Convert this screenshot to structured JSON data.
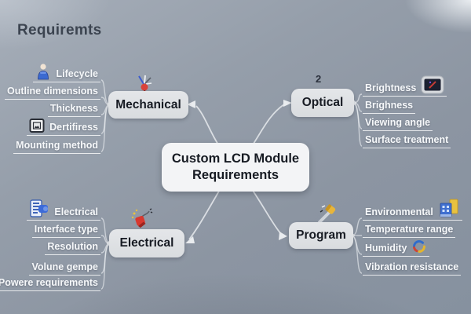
{
  "title": "Requiremts",
  "center": {
    "label": "Custom LCD Module Requirements"
  },
  "branches": [
    {
      "label": "Mechanical",
      "icon": "pushpin-burst-icon",
      "items": [
        {
          "label": "Lifecycle",
          "icon": "person-bust-icon"
        },
        {
          "label": "Outline dimensions"
        },
        {
          "label": "Thickness"
        },
        {
          "label": "Dertifiress",
          "icon": "framed-picture-icon"
        },
        {
          "label": "Mounting method"
        }
      ]
    },
    {
      "label": "Optical",
      "badge": "2",
      "items": [
        {
          "label": "Brightness",
          "icon": "tv-icon"
        },
        {
          "label": "Brighness"
        },
        {
          "label": "Viewing angle"
        },
        {
          "label": "Surface treatment"
        }
      ]
    },
    {
      "label": "Electrical",
      "icon": "firecracker-icon",
      "items": [
        {
          "label": "Electrical",
          "icon": "document-printer-icon"
        },
        {
          "label": "Interface type"
        },
        {
          "label": "Resolution"
        },
        {
          "label": "Volune gempe"
        },
        {
          "label": "Powere requirements"
        }
      ]
    },
    {
      "label": "Program",
      "icon": "hammer-icon",
      "items": [
        {
          "label": "Environmental",
          "icon": "building-icon"
        },
        {
          "label": "Temperature range"
        },
        {
          "label": "Humidity",
          "icon": "cyclone-icon"
        },
        {
          "label": "Vibration resistance"
        }
      ]
    }
  ],
  "colors": {
    "background": "#939ca8",
    "node_bg": "#d9dcdf",
    "center_node_bg": "#f3f4f6",
    "node_text": "#171b23",
    "item_text": "#f6f8fa",
    "connector": "#edf0f3",
    "title_text": "#3c4450",
    "red_accent": "#d8433a",
    "blue_accent": "#3b6ad1",
    "yellow_accent": "#e8b53a"
  }
}
